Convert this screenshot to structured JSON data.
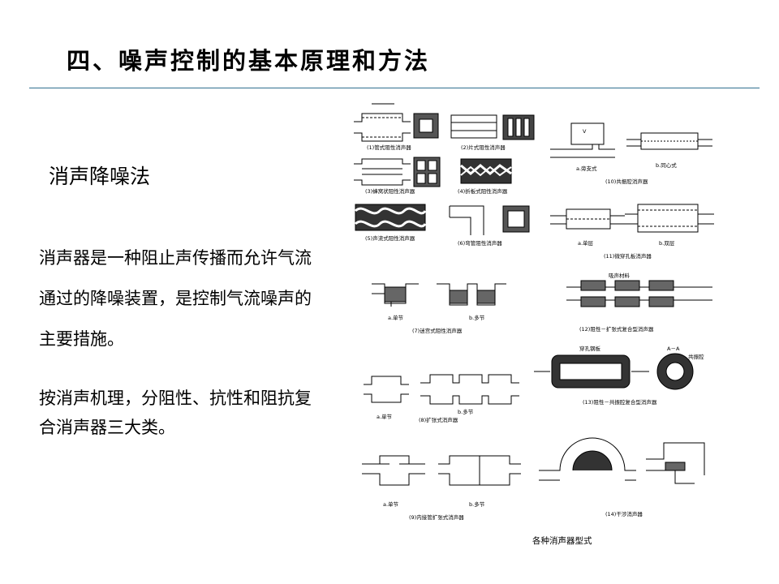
{
  "slide": {
    "title": "四、噪声控制的基本原理和方法",
    "subtitle": "消声降噪法",
    "paragraph1": " 消声器是一种阻止声传播而允许气流通过的降噪装置，是控制气流噪声的主要措施。",
    "paragraph2": "按消声机理，分阻性、抗性和阻抗复合消声器三大类。"
  },
  "figure": {
    "caption": "各种消声器型式",
    "labels": {
      "c1": "(1)管式阻性消声器",
      "c2": "(2)片式阻性消声器",
      "c3": "(3)蜂窝状阻性消声器",
      "c4": "(4)折板式阻性消声器",
      "c5": "(5)声流式阻性消声器",
      "c6": "(6)弯管阻性消声器",
      "c7": "(7)迷宫式阻性消声器",
      "c8": "(8)扩张式消声器",
      "c9": "(9)内接管扩张式消声器",
      "c10": "(10)共振腔消声器",
      "c11": "(11)微穿孔板消声器",
      "c12": "(12)阻性－扩张式复合型消声器",
      "c13": "(13)阻性－共振腔复合型消声器",
      "c14": "(14)干涉消声器",
      "a_single": "a.单节",
      "b_multi": "b.多节",
      "a_side": "a.旁支式",
      "b_concentric": "b.同心式",
      "a_single_layer": "a.单层",
      "b_double_layer": "b.双层",
      "absorb_material": "吸声材料",
      "perf_plate": "穿孔钢板",
      "resonant_cavity": "共振腔",
      "section": "A－A"
    }
  }
}
